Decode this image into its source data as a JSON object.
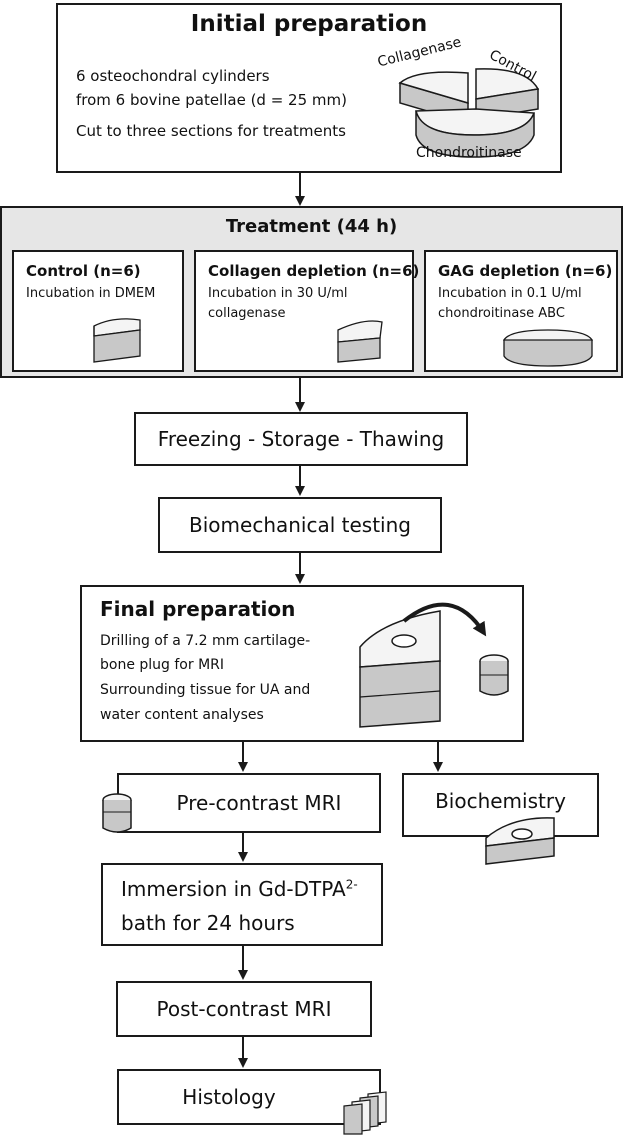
{
  "initial": {
    "title": "Initial preparation",
    "line1": "6 osteochondral cylinders",
    "line2": "from 6 bovine patellae (d = 25 mm)",
    "line3": "Cut to three sections for treatments",
    "pie_labels": {
      "collagenase": "Collagenase",
      "control": "Control",
      "chondroitinase": "Chondroitinase"
    }
  },
  "treatment": {
    "title": "Treatment (44 h)",
    "groups": [
      {
        "title": "Control (n=6)",
        "line1": "Incubation in DMEM",
        "line2": ""
      },
      {
        "title": "Collagen depletion (n=6)",
        "line1": "Incubation in 30 U/ml",
        "line2": "collagenase"
      },
      {
        "title": "GAG depletion (n=6)",
        "line1": "Incubation in 0.1 U/ml",
        "line2": "chondroitinase ABC"
      }
    ]
  },
  "steps": {
    "freezing": "Freezing - Storage - Thawing",
    "biomech": "Biomechanical testing"
  },
  "final": {
    "title": "Final preparation",
    "line1": "Drilling of a 7.2 mm cartilage-",
    "line2": "bone plug for MRI",
    "line3": "Surrounding tissue for UA and",
    "line4": "water content analyses"
  },
  "precontrast": "Pre-contrast MRI",
  "biochemistry": "Biochemistry",
  "immersion": {
    "line1": "Immersion in Gd-DTPA",
    "sup": "2-",
    "line2": "bath for 24 hours"
  },
  "postcontrast": "Post-contrast MRI",
  "histology": "Histology",
  "colors": {
    "stroke": "#1a1a1a",
    "panel_gray": "#e6e6e6",
    "sample_gray": "#c8c8c8",
    "sample_light": "#f4f4f4"
  }
}
